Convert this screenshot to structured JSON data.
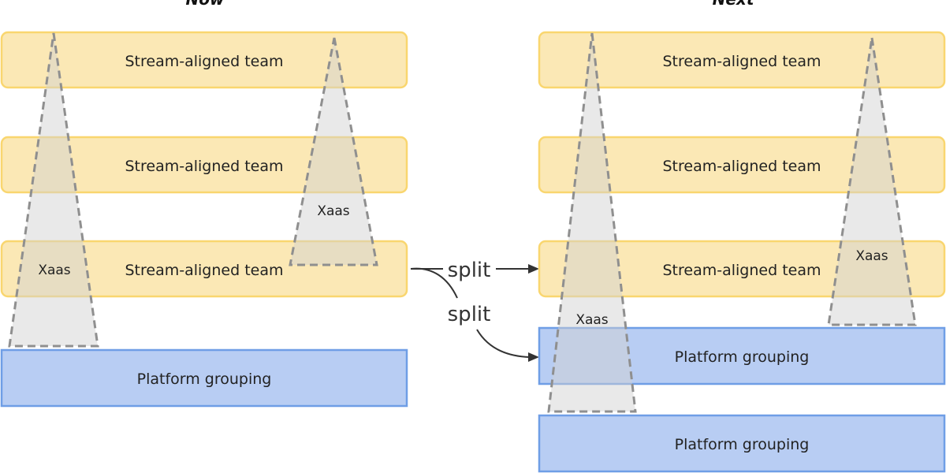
{
  "headings": {
    "now": "Now",
    "next": "Next"
  },
  "now_panel": {
    "stream_teams": [
      {
        "label": "Stream-aligned team"
      },
      {
        "label": "Stream-aligned team"
      },
      {
        "label": "Stream-aligned team"
      }
    ],
    "platform": {
      "label": "Platform grouping"
    },
    "xaas": [
      {
        "label": "Xaas"
      },
      {
        "label": "Xaas"
      }
    ]
  },
  "next_panel": {
    "stream_teams": [
      {
        "label": "Stream-aligned team"
      },
      {
        "label": "Stream-aligned team"
      },
      {
        "label": "Stream-aligned team"
      }
    ],
    "platforms": [
      {
        "label": "Platform grouping"
      },
      {
        "label": "Platform grouping"
      }
    ],
    "xaas": [
      {
        "label": "Xaas"
      },
      {
        "label": "Xaas"
      }
    ]
  },
  "arrows": [
    {
      "label": "split"
    },
    {
      "label": "split"
    }
  ],
  "colors": {
    "stream_fill": "#fbe8b5",
    "stream_border": "#f9d66f",
    "platform_fill": "#b8cdf3",
    "platform_border": "#6f9ee6",
    "xaas_fill": "#d2d2d2",
    "xaas_border": "#8f8f8f"
  }
}
